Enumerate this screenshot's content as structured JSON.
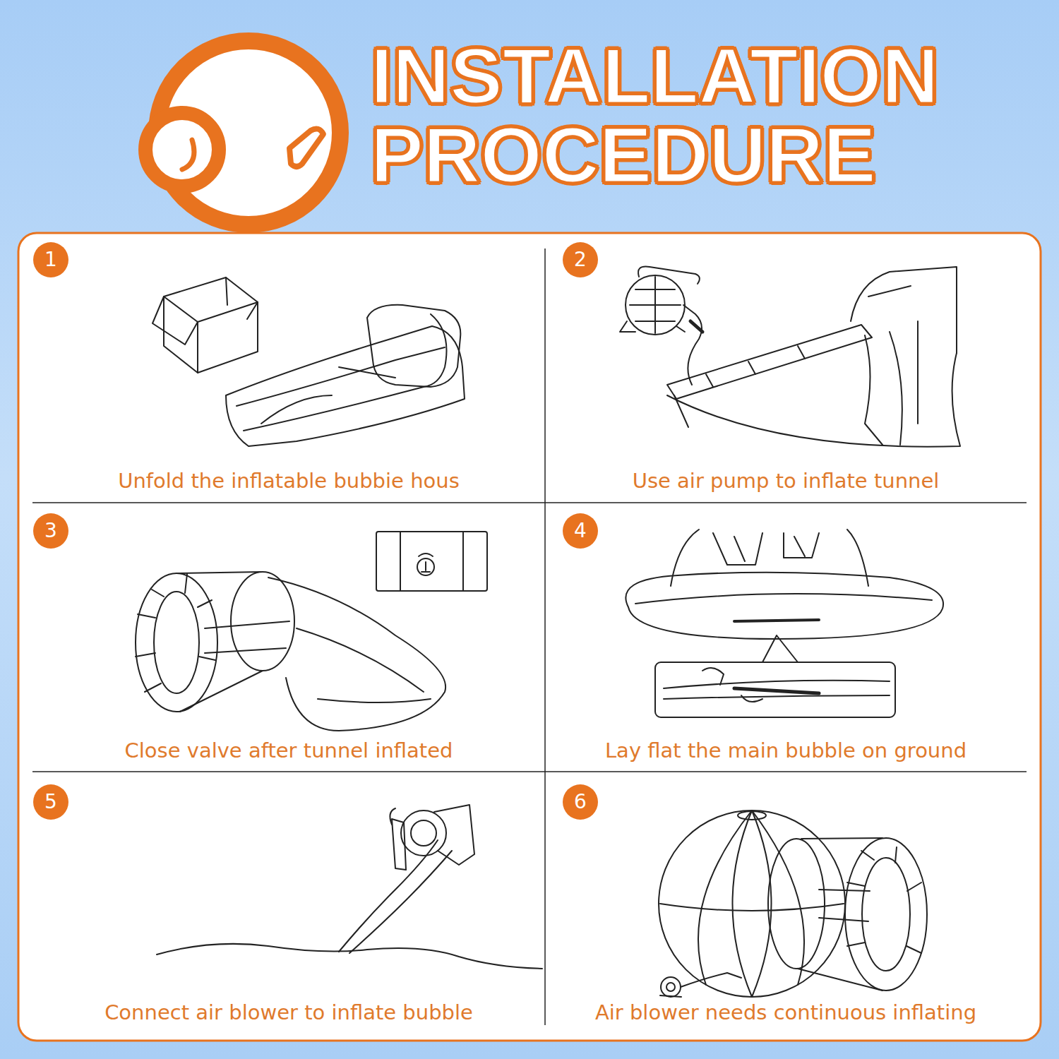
{
  "diagram": {
    "title": "INSTALLATION PROCEDURE",
    "nodes": [
      {
        "text": [
          "Unfold the inflatable bubbie hous"
        ]
      },
      {
        "text": [
          "1"
        ],
        "in": 0
      },
      {
        "text": [
          "Use air pump to inflate tunnel"
        ]
      },
      {
        "text": [
          "2"
        ],
        "in": 2
      },
      {
        "text": [
          "Close valve after tunnel inflated"
        ]
      },
      {
        "text": [
          "3"
        ],
        "in": 4
      },
      {
        "text": [
          "Lay flat the main bubble on ground"
        ]
      },
      {
        "text": [
          "4"
        ],
        "in": 6
      },
      {
        "text": [
          "Connect air blower to inflate bubble"
        ]
      },
      {
        "text": [
          "5"
        ],
        "in": 8
      },
      {
        "text": [
          "Air blower needs continuous inflating"
        ]
      },
      {
        "text": [
          "6"
        ],
        "in": 10
      }
    ]
  }
}
